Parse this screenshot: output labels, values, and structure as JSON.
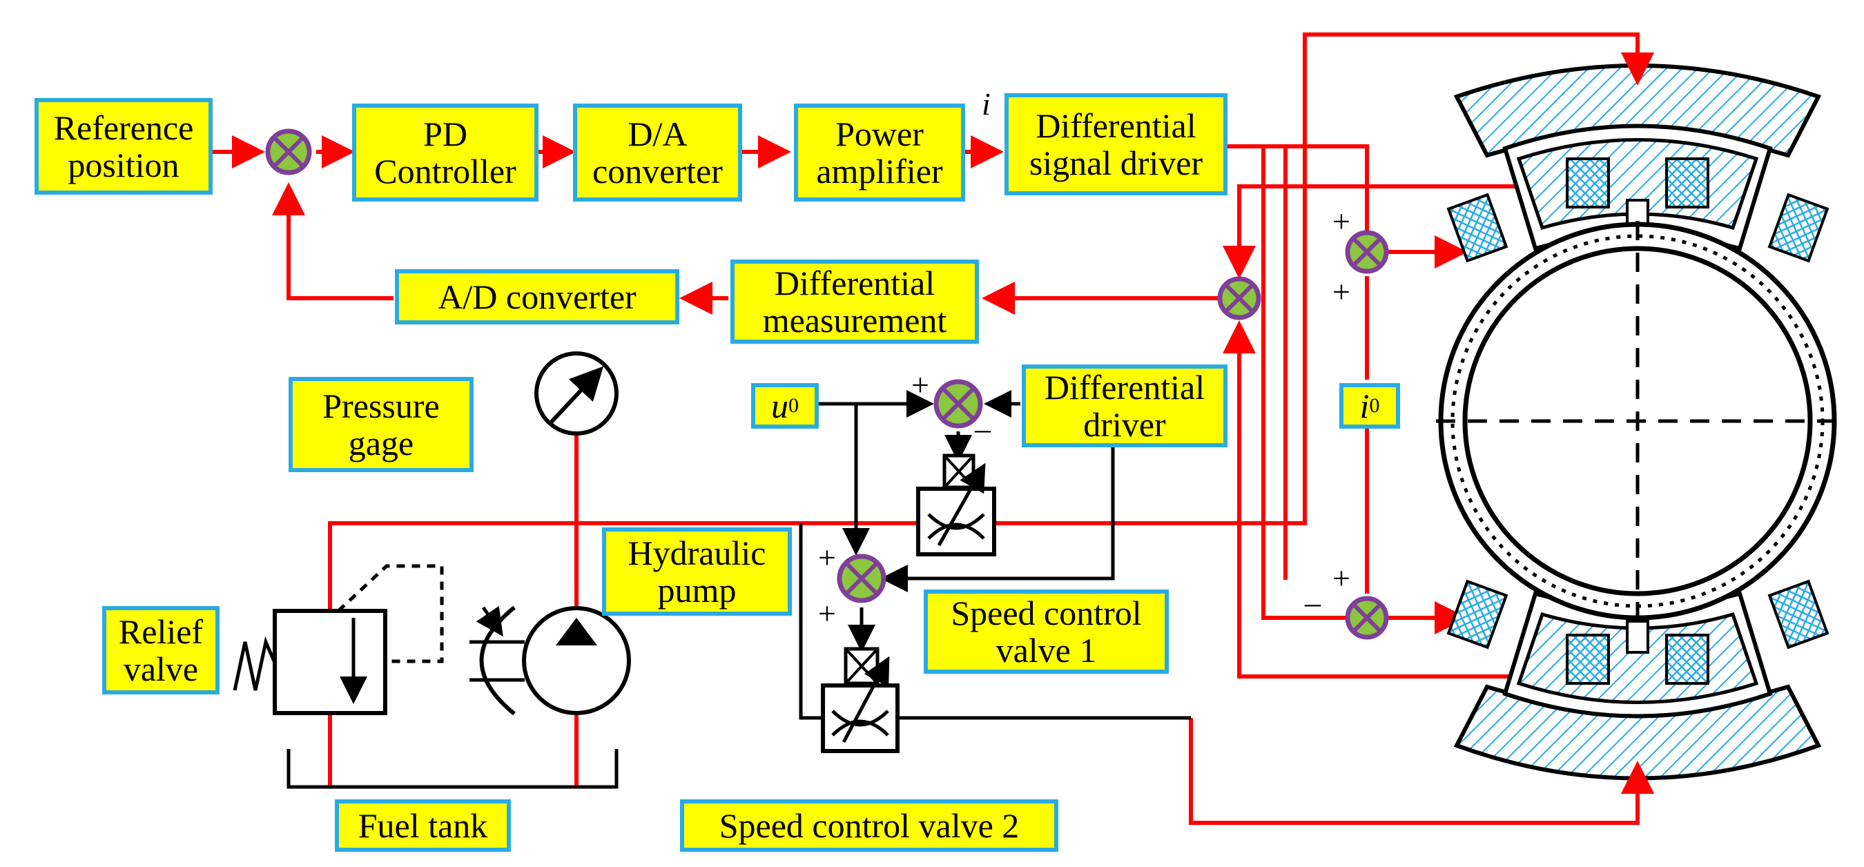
{
  "colors": {
    "signal": "#ff0000",
    "hydraulic": "#000000",
    "box_fill": "#ffff00",
    "box_border": "#29abe2",
    "summer_fill": "#8dc63f",
    "summer_border": "#7f3f98",
    "hatch": "#29abe2"
  },
  "blocks": {
    "reference_position": "Reference\nposition",
    "pd_controller": "PD\nController",
    "da_converter": "D/A\nconverter",
    "power_amplifier": "Power\namplifier",
    "differential_signal_driver": "Differential\nsignal driver",
    "ad_converter": "A/D converter",
    "differential_measurement": "Differential\nmeasurement",
    "pressure_gage": "Pressure\ngage",
    "differential_driver": "Differential\ndriver",
    "hydraulic_pump": "Hydraulic\npump",
    "speed_control_valve_1": "Speed control\nvalve 1",
    "relief_valve": "Relief\nvalve",
    "fuel_tank": "Fuel tank",
    "speed_control_valve_2": "Speed control valve 2"
  },
  "symbols": {
    "u0_base": "u",
    "u0_sub": "0",
    "i0_base": "i",
    "i0_sub": "0",
    "current_i": "i"
  },
  "signs": {
    "plus": "+",
    "minus": "–"
  }
}
